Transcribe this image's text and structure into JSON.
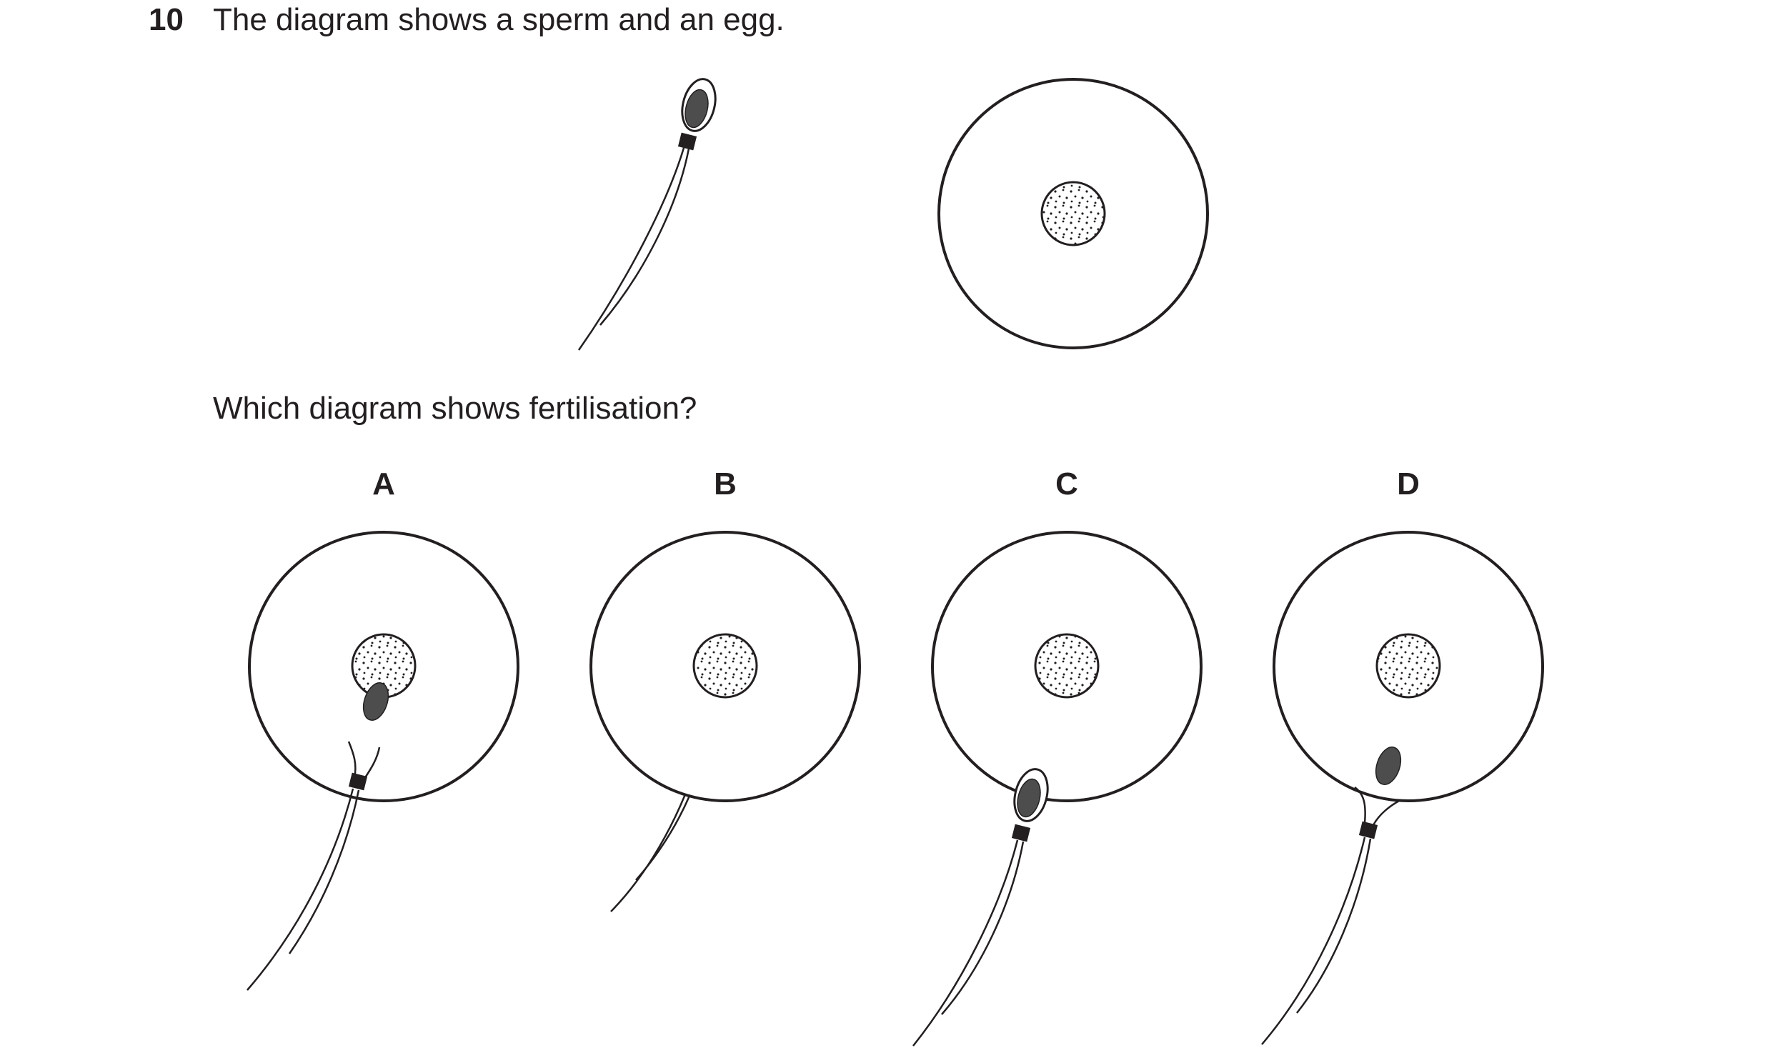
{
  "question": {
    "number": "10",
    "intro": "The diagram shows a sperm and an egg.",
    "prompt": "Which diagram shows fertilisation?"
  },
  "options": [
    {
      "letter": "A"
    },
    {
      "letter": "B"
    },
    {
      "letter": "C"
    },
    {
      "letter": "D"
    }
  ],
  "colors": {
    "line": "#231f20",
    "sperm_head": "#4d4d4d",
    "midpiece": "#231f20",
    "background": "#ffffff"
  }
}
